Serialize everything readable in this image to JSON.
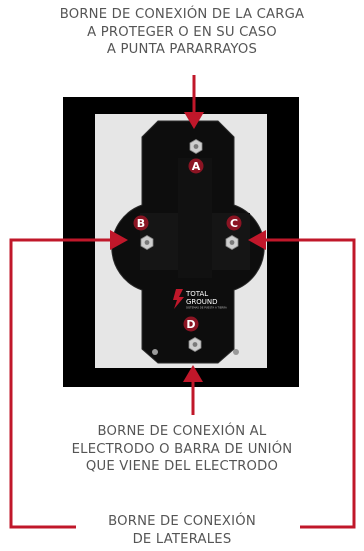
{
  "captions": {
    "top": [
      "BORNE DE CONEXIÓN DE LA CARGA",
      "A PROTEGER O EN SU CASO",
      "A PUNTA PARARRAYOS"
    ],
    "bottom": [
      "BORNE DE CONEXIÓN AL",
      "ELECTRODO O BARRA DE UNIÓN",
      "QUE VIENE DEL ELECTRODO"
    ],
    "lateral": [
      "BORNE DE CONEXIÓN",
      "DE LATERALES"
    ]
  },
  "terminals": {
    "a": "A",
    "b": "B",
    "c": "C",
    "d": "D"
  },
  "logo": {
    "line1": "TOTAL",
    "line2": "GROUND",
    "tagline": "SISTEMAS DE PUESTA A TIERRA"
  },
  "colors": {
    "arrow": "#c0172a",
    "badge": "#8b1423",
    "text": "#555555",
    "body": "#0d0d0d",
    "frame": "#000000",
    "panel": "#e6e6e6"
  }
}
